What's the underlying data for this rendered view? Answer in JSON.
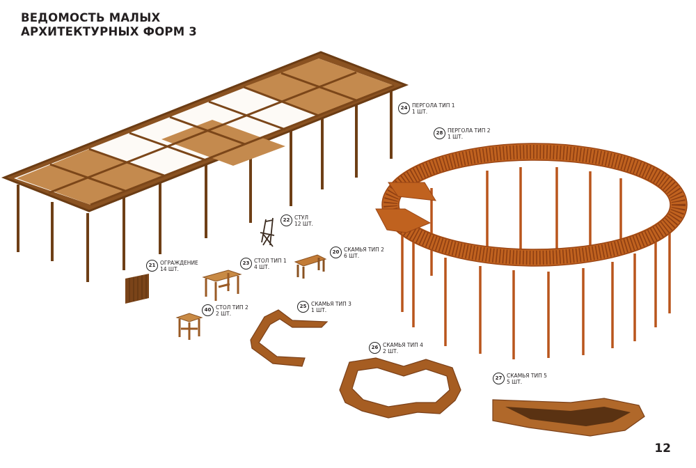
{
  "title": {
    "line1": "ВЕДОМОСТЬ МАЛЫХ",
    "line2": "АРХИТЕКТУРНЫХ ФОРМ 3"
  },
  "colors": {
    "wood_dark": "#6b3c14",
    "wood_mid": "#9a5a24",
    "wood_light": "#c0792f",
    "pergola_orange": "#b9551c",
    "text": "#231f20"
  },
  "items": [
    {
      "id": "pergola-1",
      "number": "24",
      "name": "ПЕРГОЛА ТИП 1",
      "qty": "1 ШТ."
    },
    {
      "id": "pergola-2",
      "number": "28",
      "name": "ПЕРГОЛА ТИП 2",
      "qty": "1 ШТ."
    },
    {
      "id": "chair",
      "number": "22",
      "name": "СТУЛ",
      "qty": "12 ШТ."
    },
    {
      "id": "bench-2",
      "number": "20",
      "name": "СКАМЬЯ ТИП 2",
      "qty": "6 ШТ."
    },
    {
      "id": "fence",
      "number": "21",
      "name": "ОГРАЖДЕНИЕ",
      "qty": "14 ШТ."
    },
    {
      "id": "table-1",
      "number": "23",
      "name": "СТОЛ ТИП 1",
      "qty": "4 ШТ."
    },
    {
      "id": "table-2",
      "number": "40",
      "name": "СТОЛ ТИП 2",
      "qty": "2 ШТ."
    },
    {
      "id": "bench-3",
      "number": "25",
      "name": "СКАМЬЯ ТИП 3",
      "qty": "1 ШТ."
    },
    {
      "id": "bench-4",
      "number": "26",
      "name": "СКАМЬЯ ТИП 4",
      "qty": "2 ШТ."
    },
    {
      "id": "bench-5",
      "number": "27",
      "name": "СКАМЬЯ ТИП 5",
      "qty": "5 ШТ."
    }
  ],
  "page_number": "12"
}
